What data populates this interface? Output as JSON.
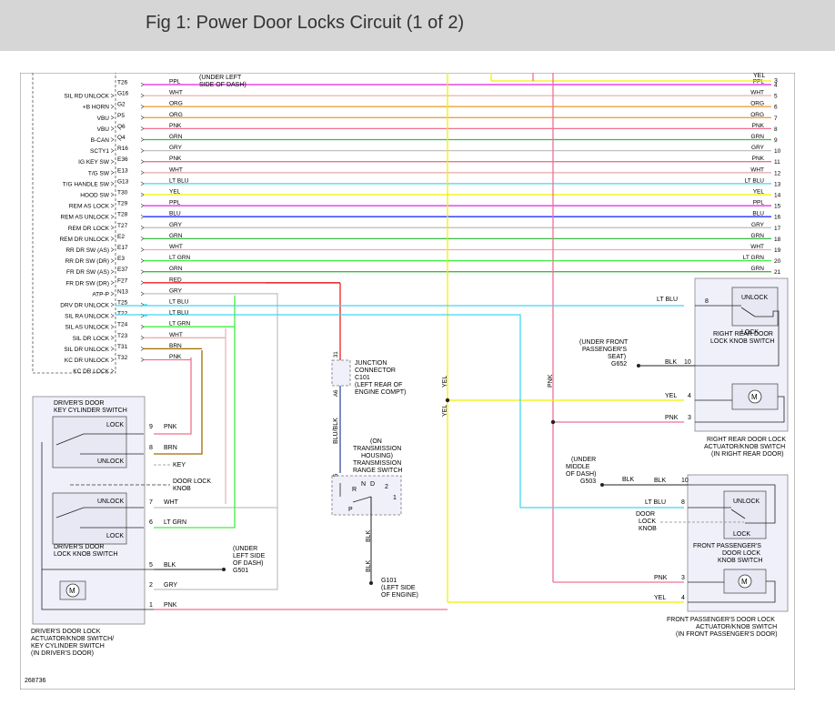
{
  "page": {
    "title": "Fig 1: Power Door Locks Circuit (1 of 2)",
    "figure_number": "268736"
  },
  "colors": {
    "PPL": "#e020e0",
    "WHT": "#e8b0b0",
    "ORG": "#f0a040",
    "PNK": "#f07090",
    "GRN": "#3cb84c",
    "GRY": "#c0c0c0",
    "LT BLU": "#40d8f0",
    "YEL": "#f0f000",
    "BLU": "#2030ff",
    "LT GRN": "#40ee40",
    "RED": "#ee2020",
    "BRN": "#a06a00",
    "BLK": "#222222",
    "BLU/BLK": "#3a4aa0"
  },
  "harness": [
    {
      "label": "",
      "pin": "T26",
      "color": "PPL",
      "num": "4"
    },
    {
      "label": "SIL RD UNLOCK",
      "pin": "G16",
      "color": "WHT",
      "num": "5"
    },
    {
      "label": "+B HORN",
      "pin": "G2",
      "color": "ORG",
      "num": "6"
    },
    {
      "label": "VBU",
      "pin": "P5",
      "color": "ORG",
      "num": "7"
    },
    {
      "label": "VBU",
      "pin": "Q6",
      "color": "PNK",
      "num": "8"
    },
    {
      "label": "B-CAN",
      "pin": "Q4",
      "color": "GRN",
      "num": "9"
    },
    {
      "label": "SCTY1",
      "pin": "R16",
      "color": "GRY",
      "num": "10"
    },
    {
      "label": "IG KEY SW",
      "pin": "E36",
      "color": "PNK",
      "num": "11"
    },
    {
      "label": "T/G SW",
      "pin": "E13",
      "color": "WHT",
      "num": "12"
    },
    {
      "label": "T/G HANDLE SW",
      "pin": "G13",
      "color": "LT BLU",
      "num": "13"
    },
    {
      "label": "HOOD SW",
      "pin": "T30",
      "color": "YEL",
      "num": "14"
    },
    {
      "label": "REM AS LOCK",
      "pin": "T29",
      "color": "PPL",
      "num": "15"
    },
    {
      "label": "REM AS UNLOCK",
      "pin": "T28",
      "color": "BLU",
      "num": "16"
    },
    {
      "label": "REM DR LOCK",
      "pin": "T27",
      "color": "GRY",
      "num": "17"
    },
    {
      "label": "REM DR UNLOCK",
      "pin": "E2",
      "color": "GRN",
      "num": "18"
    },
    {
      "label": "RR DR SW (AS)",
      "pin": "E17",
      "color": "WHT",
      "num": "19"
    },
    {
      "label": "RR DR SW (DR)",
      "pin": "E3",
      "color": "LT GRN",
      "num": "20"
    },
    {
      "label": "FR DR SW (AS)",
      "pin": "E37",
      "color": "GRN",
      "num": "21"
    },
    {
      "label": "FR DR SW (DR)",
      "pin": "F27",
      "color": "RED",
      "num": ""
    },
    {
      "label": "ATP-P",
      "pin": "N13",
      "color": "GRY",
      "num": ""
    },
    {
      "label": "DRV DR UNLOCK",
      "pin": "T25",
      "color": "LT BLU",
      "num": ""
    },
    {
      "label": "SIL RA UNLOCK",
      "pin": "T22",
      "color": "LT BLU",
      "num": ""
    },
    {
      "label": "SIL AS UNLOCK",
      "pin": "T24",
      "color": "LT GRN",
      "num": ""
    },
    {
      "label": "SIL DR LOCK",
      "pin": "T23",
      "color": "WHT",
      "num": ""
    },
    {
      "label": "SIL DR UNLOCK",
      "pin": "T31",
      "color": "BRN",
      "num": ""
    },
    {
      "label": "KC DR UNLOCK",
      "pin": "T32",
      "color": "PNK",
      "num": ""
    },
    {
      "label": "KC DR LOCK",
      "pin": "",
      "color": "",
      "num": ""
    }
  ],
  "top_right": {
    "yel_label": "YEL",
    "num_top": "3"
  },
  "under_left_dash_top": "(UNDER LEFT SIDE OF DASH)",
  "drivers_key_cyl": {
    "title": "DRIVER'S DOOR KEY CYLINDER SWITCH",
    "lock": "LOCK",
    "unlock": "UNLOCK",
    "pin9": "9",
    "w9": "PNK",
    "pin8": "8",
    "w8": "BRN"
  },
  "key_label": "KEY",
  "door_lock_knob_left": "DOOR LOCK KNOB",
  "drivers_knob": {
    "title": "DRIVER'S DOOR LOCK KNOB SWITCH",
    "unlock": "UNLOCK",
    "lock": "LOCK",
    "pin7": "7",
    "w7": "WHT",
    "pin6": "6",
    "w6": "LT GRN"
  },
  "drivers_lower": {
    "pin5": "5",
    "w5": "BLK",
    "pin2": "2",
    "w2": "GRY",
    "pin1": "1",
    "w1": "PNK",
    "g501": "(UNDER LEFT SIDE OF DASH) G501",
    "caption": "DRIVER'S DOOR LOCK ACTUATOR/KNOB SWITCH/ KEY CYLINDER SWITCH (IN DRIVER'S DOOR)"
  },
  "junction": {
    "pin_top": "31",
    "pin_bot": "A6",
    "label": "JUNCTION CONNECTOR C101 (LEFT REAR OF ENGINE COMPT)",
    "wire": "BLU/BLK"
  },
  "trans": {
    "housing": "(ON TRANSMISSION HOUSING) TRANSMISSION RANGE SWITCH",
    "pin": "5",
    "R": "R",
    "N": "N",
    "D": "D",
    "n2": "2",
    "n1": "1",
    "P": "P",
    "blk1": "BLK",
    "blk2": "BLK",
    "g101": "G101 (LEFT SIDE OF ENGINE)"
  },
  "vertical_wires": {
    "yel1": "YEL",
    "yel2": "YEL",
    "pnk": "PNK"
  },
  "right_rear": {
    "title": "RIGHT REAR DOOR LOCK KNOB SWITCH",
    "unlock": "UNLOCK",
    "lock": "LOCK",
    "pin8": "8",
    "w8": "LT BLU",
    "pin10": "10",
    "w10": "BLK",
    "pin4": "4",
    "w4": "YEL",
    "pin3": "3",
    "w3": "PNK",
    "g652": "(UNDER FRONT PASSENGER'S SEAT) G652",
    "caption": "RIGHT REAR DOOR LOCK ACTUATOR/KNOB SWITCH (IN RIGHT REAR DOOR)"
  },
  "front_pass": {
    "title": "FRONT PASSENGER'S DOOR LOCK KNOB SWITCH",
    "unlock": "UNLOCK",
    "lock": "LOCK",
    "pin10": "10",
    "w10": "BLK",
    "pin8": "8",
    "w8": "LT BLU",
    "pin3": "3",
    "w3": "PNK",
    "pin4": "4",
    "w4": "YEL",
    "g503": "(UNDER MIDDLE OF DASH) G503",
    "door_lock_knob": "DOOR LOCK KNOB",
    "caption": "FRONT PASSENGER'S DOOR LOCK ACTUATOR/KNOB SWITCH (IN FRONT PASSENGER'S DOOR)"
  },
  "motor_label": "M"
}
